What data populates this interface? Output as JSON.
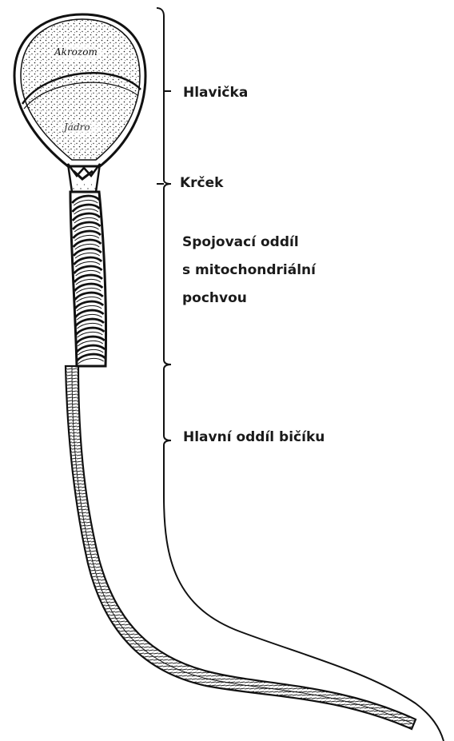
{
  "labels": {
    "head": "Hlavička",
    "neck": "Krček",
    "midpiece_line1": "Spojovací oddíl",
    "midpiece_line2": "s mitochondriální",
    "midpiece_line3": "pochvou",
    "tail": "Hlavní oddíl bičíku"
  },
  "head_inner": {
    "acrosome": "Akrozom",
    "nucleus": "Jádro"
  }
}
